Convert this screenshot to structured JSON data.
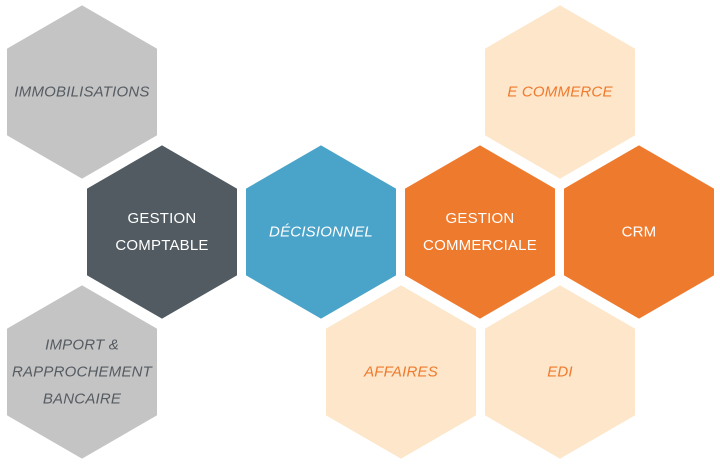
{
  "hexagons": [
    {
      "id": "immobilisations",
      "lines": [
        "IMMOBILISATIONS"
      ],
      "fill": "#c4c4c4",
      "text_color": "#555b61",
      "italic": true
    },
    {
      "id": "import-rapprochement-bancaire",
      "lines": [
        "IMPORT &",
        "RAPPROCHEMENT",
        "BANCAIRE"
      ],
      "fill": "#c4c4c4",
      "text_color": "#555b61",
      "italic": true
    },
    {
      "id": "gestion-comptable",
      "lines": [
        "GESTION",
        "COMPTABLE"
      ],
      "fill": "#525b61",
      "text_color": "#ffffff",
      "italic": false
    },
    {
      "id": "decisionnel",
      "lines": [
        "DÉCISIONNEL"
      ],
      "fill": "#4aa3c8",
      "text_color": "#ffffff",
      "italic": true
    },
    {
      "id": "gestion-commerciale",
      "lines": [
        "GESTION",
        "COMMERCIALE"
      ],
      "fill": "#ee7a2e",
      "text_color": "#ffffff",
      "italic": false
    },
    {
      "id": "crm",
      "lines": [
        "CRM"
      ],
      "fill": "#ee7a2e",
      "text_color": "#ffffff",
      "italic": false
    },
    {
      "id": "e-commerce",
      "lines": [
        "E COMMERCE"
      ],
      "fill": "#fde6c9",
      "text_color": "#ee7a2e",
      "italic": true
    },
    {
      "id": "affaires",
      "lines": [
        "AFFAIRES"
      ],
      "fill": "#fde6c9",
      "text_color": "#ee7a2e",
      "italic": true
    },
    {
      "id": "edi",
      "lines": [
        "EDI"
      ],
      "fill": "#fde6c9",
      "text_color": "#ee7a2e",
      "italic": true
    }
  ]
}
